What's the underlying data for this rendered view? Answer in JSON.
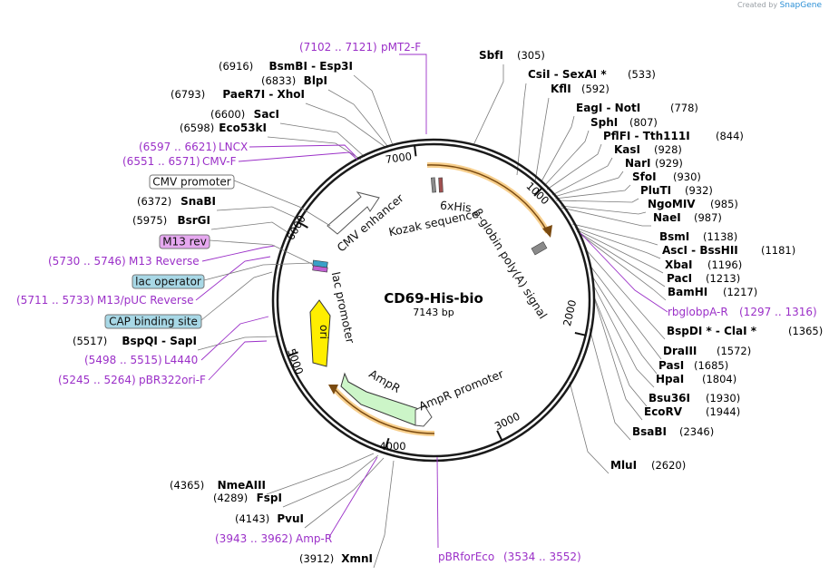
{
  "credit": {
    "text": "Created by",
    "brand": "SnapGene"
  },
  "plasmid": {
    "name": "CD69-His-bio",
    "size": "7143 bp"
  },
  "ticks": [
    "1000",
    "2000",
    "3000",
    "4000",
    "5000",
    "6000",
    "7000"
  ],
  "sites_right": [
    {
      "name": "SbfI",
      "pos": "(305)"
    },
    {
      "name": "CsiI  -  SexAI *",
      "pos": "(533)"
    },
    {
      "name": "KflI",
      "pos": "(592)"
    },
    {
      "name": "EagI  -  NotI",
      "pos": "(778)"
    },
    {
      "name": "SphI",
      "pos": "(807)"
    },
    {
      "name": "PflFI  -  Tth111I",
      "pos": "(844)"
    },
    {
      "name": "KasI",
      "pos": "(928)"
    },
    {
      "name": "NarI",
      "pos": "(929)"
    },
    {
      "name": "SfoI",
      "pos": "(930)"
    },
    {
      "name": "PluTI",
      "pos": "(932)"
    },
    {
      "name": "NgoMIV",
      "pos": "(985)"
    },
    {
      "name": "NaeI",
      "pos": "(987)"
    },
    {
      "name": "BsmI",
      "pos": "(1138)"
    },
    {
      "name": "AscI  -  BssHII",
      "pos": "(1181)"
    },
    {
      "name": "XbaI",
      "pos": "(1196)"
    },
    {
      "name": "PacI",
      "pos": "(1213)"
    },
    {
      "name": "BamHI",
      "pos": "(1217)"
    },
    {
      "name": "BspDI *  -  ClaI *",
      "pos": "(1365)"
    },
    {
      "name": "DraIII",
      "pos": "(1572)"
    },
    {
      "name": "PasI",
      "pos": "(1685)"
    },
    {
      "name": "HpaI",
      "pos": "(1804)"
    },
    {
      "name": "Bsu36I",
      "pos": "(1930)"
    },
    {
      "name": "EcoRV",
      "pos": "(1944)"
    },
    {
      "name": "BsaBI",
      "pos": "(2346)"
    },
    {
      "name": "MluI",
      "pos": "(2620)"
    }
  ],
  "sites_left": [
    {
      "name": "BsmBI  -  Esp3I",
      "pos": "(6916)"
    },
    {
      "name": "BlpI",
      "pos": "(6833)"
    },
    {
      "name": "PaeR7I  -  XhoI",
      "pos": "(6793)"
    },
    {
      "name": "SacI",
      "pos": "(6600)"
    },
    {
      "name": "Eco53kI",
      "pos": "(6598)"
    },
    {
      "name": "SnaBI",
      "pos": "(6372)"
    },
    {
      "name": "BsrGI",
      "pos": "(5975)"
    },
    {
      "name": "BspQI  -  SapI",
      "pos": "(5517)"
    },
    {
      "name": "PvuI",
      "pos": "(4143)"
    },
    {
      "name": "FspI",
      "pos": "(4289)"
    },
    {
      "name": "NmeAIII",
      "pos": "(4365)"
    },
    {
      "name": "XmnI",
      "pos": "(3912)"
    }
  ],
  "primers": [
    {
      "name": "pMT2-F",
      "range": "(7102 .. 7121)"
    },
    {
      "name": "LNCX",
      "range": "(6597 .. 6621)"
    },
    {
      "name": "CMV-F",
      "range": "(6551 .. 6571)"
    },
    {
      "name": "M13 Reverse",
      "range": "(5730 .. 5746)"
    },
    {
      "name": "M13/pUC Reverse",
      "range": "(5711 .. 5733)"
    },
    {
      "name": "L4440",
      "range": "(5498 .. 5515)"
    },
    {
      "name": "pBR322ori-F",
      "range": "(5245 .. 5264)"
    },
    {
      "name": "Amp-R",
      "range": "(3943 .. 3962)"
    },
    {
      "name": "pBRforEco",
      "range": "(3534 .. 3552)"
    },
    {
      "name": "rbglobpA-R",
      "range": "(1297 .. 1316)"
    }
  ],
  "boxed": [
    "CMV promoter",
    "M13 rev",
    "lac operator",
    "CAP binding site"
  ],
  "features": {
    "cmv_enhancer": "CMV enhancer",
    "kozak": "Kozak sequence",
    "his": "6xHis",
    "globin": "β-globin poly(A) signal",
    "lac_promoter": "lac promoter",
    "ori": "ori",
    "ampr": "AmpR",
    "ampr_promoter": "AmpR promoter"
  },
  "colors": {
    "primer": "#9b30c8",
    "ori": "#ffee00",
    "ampr": "#ccf5c8",
    "orange": "#f0a830",
    "m13": "#e6a8f0",
    "lac": "#a8d8e6"
  }
}
